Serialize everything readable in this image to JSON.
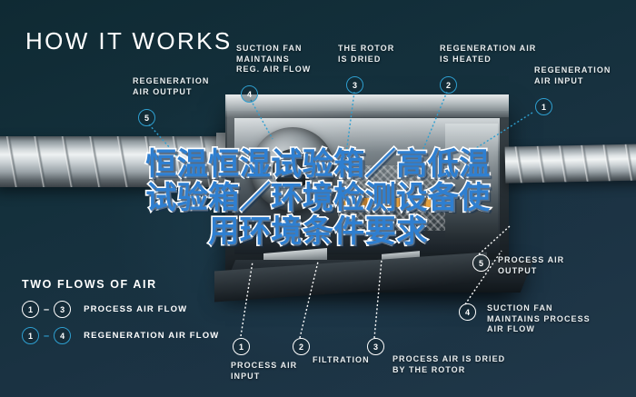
{
  "theme": {
    "background_dark": "#0f2a33",
    "background_mid": "#1c3344",
    "accent_blue": "#2e9fd0",
    "overlay_text_blue": "#2f7fd0",
    "text_white": "#ffffff"
  },
  "header": {
    "title": "HOW IT WORKS"
  },
  "overlay_headline": {
    "lines": [
      "恒温恒湿试验箱／高低温",
      "试验箱／环境检测设备使",
      "用环境条件要求"
    ]
  },
  "callouts_top": [
    {
      "number": "5",
      "label": "REGENERATION\nAIR OUTPUT",
      "style": "blue"
    },
    {
      "number": "4",
      "label": "SUCTION FAN\nMAINTAINS\nREG. AIR FLOW",
      "style": "blue"
    },
    {
      "number": "3",
      "label": "THE ROTOR\nIS DRIED",
      "style": "blue"
    },
    {
      "number": "2",
      "label": "REGENERATION AIR\nIS HEATED",
      "style": "blue"
    },
    {
      "number": "1",
      "label": "REGENERATION\nAIR INPUT",
      "style": "blue"
    }
  ],
  "callouts_bottom": [
    {
      "number": "1",
      "label": "PROCESS AIR\nINPUT",
      "style": "white"
    },
    {
      "number": "2",
      "label": "FILTRATION",
      "style": "white"
    },
    {
      "number": "3",
      "label": "PROCESS AIR IS DRIED\nBY THE ROTOR",
      "style": "white"
    },
    {
      "number": "4",
      "label": "SUCTION FAN\nMAINTAINS PROCESS\nAIR FLOW",
      "style": "white"
    },
    {
      "number": "5",
      "label": "PROCESS AIR\nOUTPUT",
      "style": "white"
    }
  ],
  "legend": {
    "title": "TWO FLOWS OF AIR",
    "rows": [
      {
        "from": "1",
        "dash": "–",
        "to": "3",
        "label": "PROCESS AIR FLOW",
        "style": "white"
      },
      {
        "from": "1",
        "dash": "–",
        "to": "4",
        "label": "REGENERATION AIR FLOW",
        "style": "blue"
      }
    ]
  }
}
